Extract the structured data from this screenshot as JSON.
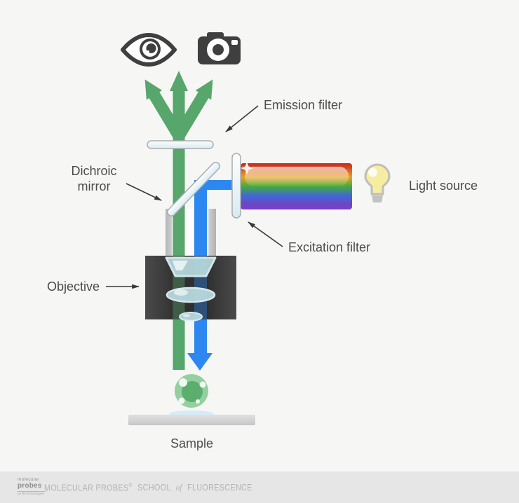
{
  "labels": {
    "emission_filter": "Emission filter",
    "dichroic_line1": "Dichroic",
    "dichroic_line2": "mirror",
    "light_source": "Light source",
    "excitation_filter": "Excitation filter",
    "objective": "Objective",
    "sample": "Sample"
  },
  "icons": {
    "viewer_eye": "eye-icon",
    "viewer_camera": "camera-icon",
    "light_source": "light-bulb-icon",
    "sparkle": "sparkle-icon"
  },
  "footer": {
    "logo_line1": "molecular",
    "logo_line2": "probes",
    "logo_tagline": "by life technologies",
    "title_part1": "MOLECULAR PROBES",
    "registered_mark": "®",
    "title_part2": "SCHOOL",
    "title_of": "of",
    "title_part3": "FLUORESCENCE"
  },
  "colors": {
    "background": "#f6f6f5",
    "footer_bar": "#e6e6e6",
    "emission_green": "#57a66b",
    "excitation_blue": "#2d87f0",
    "icon_dark": "#3f3f3f",
    "label_text": "#4b4b4b",
    "arrow_dark": "#3a3a3a",
    "glass_light": "#fdfeff",
    "glass_shade": "#d8ebf1",
    "glass_stroke": "#a6adaf",
    "tube_gray": "#bcbcbc",
    "objective_dark": "#2f2f2f",
    "objective_edge": "#4a4a4a",
    "lens_fill": "#b7d9de",
    "lens_stroke": "#e1f1f4",
    "stage_gray": "#d6d6d6",
    "sample_outer": "#93cf9f",
    "sample_inner": "#5bae6e",
    "bulb_yellow": "#f7eda0",
    "bulb_stroke": "#bdbdbd",
    "bulb_base": "#c2c2c2",
    "rainbow": [
      "#c4271c",
      "#dc6526",
      "#e8a224",
      "#44ac3a",
      "#3f68d6",
      "#6a47c8",
      "#7b40c4"
    ]
  }
}
